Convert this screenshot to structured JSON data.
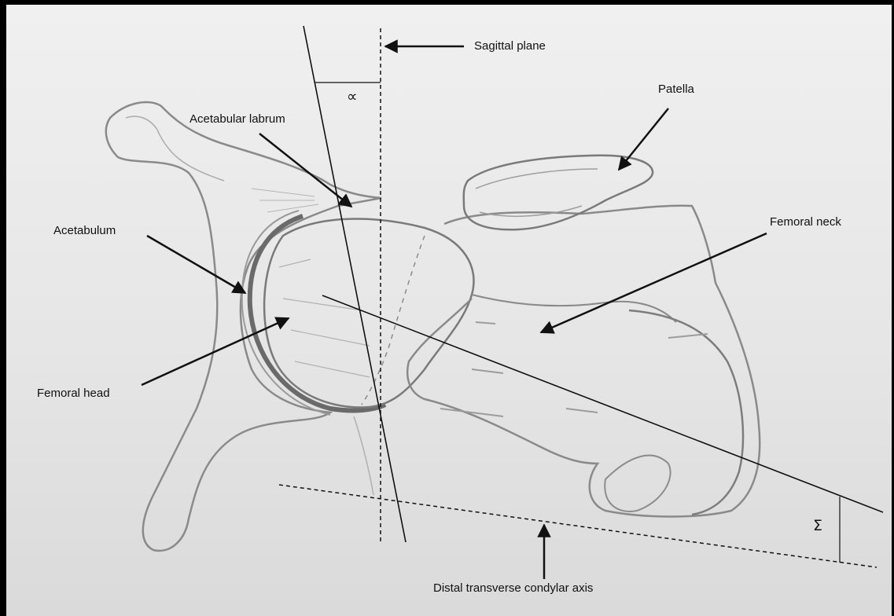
{
  "labels": {
    "sagittal_plane": "Sagittal plane",
    "patella": "Patella",
    "acetabular_labrum": "Acetabular labrum",
    "acetabulum": "Acetabulum",
    "femoral_neck": "Femoral neck",
    "femoral_head": "Femoral head",
    "distal_axis": "Distal transverse condylar axis"
  },
  "symbols": {
    "alpha": "∝",
    "sigma": "Σ"
  },
  "colors": {
    "sketch": "#8a8a8a",
    "sketch_dark": "#6a6a6a",
    "ink": "#111111",
    "paper": "#e8e8e8"
  }
}
